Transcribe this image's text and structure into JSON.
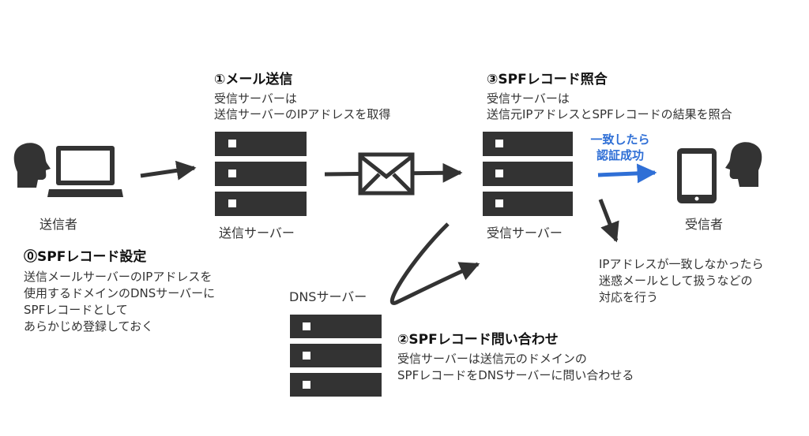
{
  "sender": {
    "label": "送信者"
  },
  "receiver": {
    "label": "受信者"
  },
  "sending_server": {
    "label": "送信サーバー"
  },
  "receiving_server": {
    "label": "受信サーバー"
  },
  "dns_server": {
    "label": "DNSサーバー"
  },
  "step0": {
    "title": "⓪SPFレコード設定",
    "lines": [
      "送信メールサーバーのIPアドレスを",
      "使用するドメインのDNSサーバーに",
      "SPFレコードとして",
      "あらかじめ登録しておく"
    ]
  },
  "step1": {
    "title": "①メール送信",
    "lines": [
      "受信サーバーは",
      "送信サーバーのIPアドレスを取得"
    ]
  },
  "step2": {
    "title": "②SPFレコード問い合わせ",
    "lines": [
      "受信サーバーは送信元のドメインの",
      "SPFレコードをDNSサーバーに問い合わせる"
    ]
  },
  "step3": {
    "title": "③SPFレコード照合",
    "lines": [
      "受信サーバーは",
      "送信元IPアドレスとSPFレコードの結果を照合"
    ]
  },
  "success": {
    "lines": [
      "一致したら",
      "認証成功"
    ]
  },
  "failure": {
    "lines": [
      "IPアドレスが一致しなかったら",
      "迷惑メールとして扱うなどの",
      "対応を行う"
    ]
  },
  "colors": {
    "dark": "#333333",
    "accent_blue": "#2f6fd6"
  }
}
